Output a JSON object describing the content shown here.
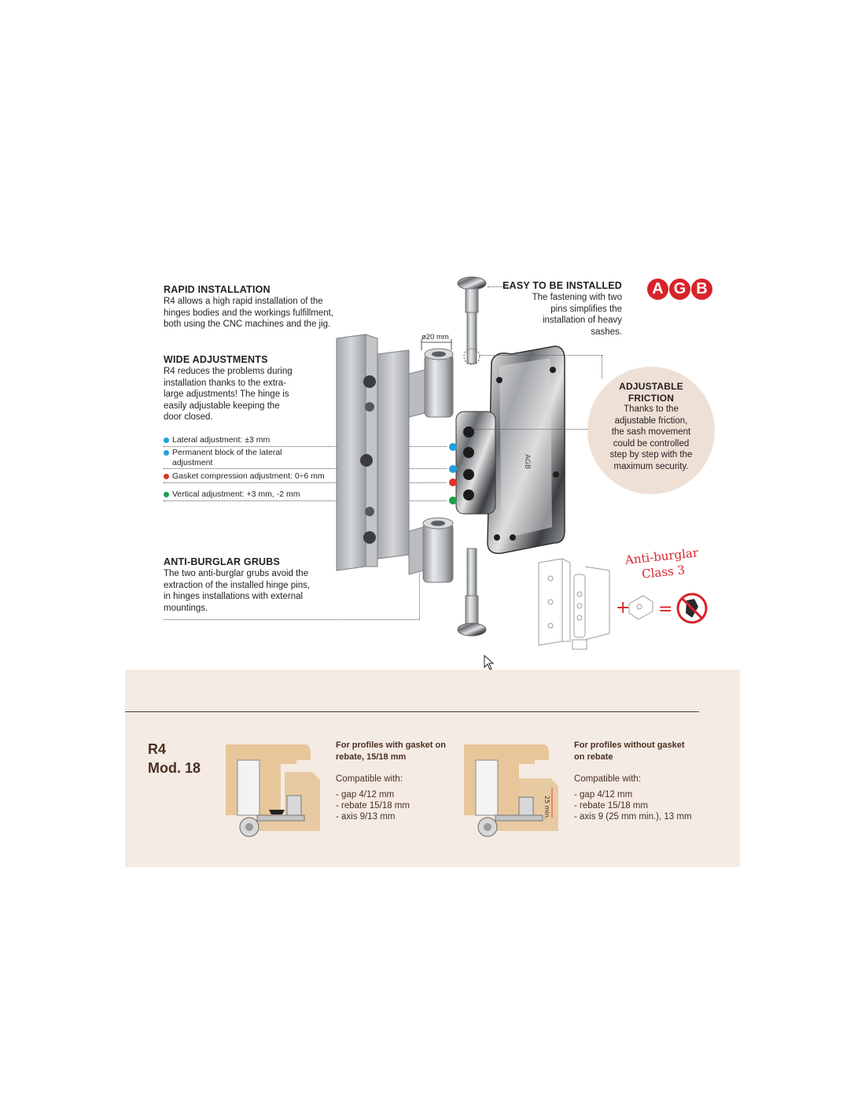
{
  "brand": {
    "logo_letters": [
      "A",
      "G",
      "B"
    ],
    "color": "#d8232a"
  },
  "rapid_installation": {
    "title": "RAPID INSTALLATION",
    "lines": [
      "R4 allows a high rapid installation of the",
      "hinges bodies and the workings fulfillment,",
      "both using the CNC machines and the jig."
    ]
  },
  "wide_adjustments": {
    "title": "WIDE ADJUSTMENTS",
    "lines": [
      "R4 reduces the problems during",
      "installation thanks to the extra-",
      "large adjustments! The hinge is",
      "easily adjustable keeping the",
      "door closed."
    ]
  },
  "adjustment_legend": [
    {
      "label": "Lateral adjustment: ±3 mm",
      "color": "#1ea0dc"
    },
    {
      "label": "Permanent block of the lateral",
      "label2": "adjustment",
      "color": "#1ea0dc"
    },
    {
      "label": "Gasket compression adjustment: 0÷6 mm",
      "color": "#e0312b"
    },
    {
      "label": "Vertical adjustment: +3 mm, -2 mm",
      "color": "#1ea04a"
    }
  ],
  "anti_burglar_grubs": {
    "title": "ANTI-BURGLAR GRUBS",
    "lines": [
      "The two anti-burglar grubs avoid the",
      "extraction of the installed hinge pins,",
      "in hinges installations with external",
      "mountings."
    ]
  },
  "easy_install": {
    "title": "EASY TO BE INSTALLED",
    "lines": [
      "The fastening with two",
      "pins simplifies the",
      "installation of heavy",
      "sashes."
    ]
  },
  "adjustable_friction": {
    "title_line1": "ADJUSTABLE",
    "title_line2": "FRICTION",
    "lines": [
      "Thanks to the",
      "adjustable friction,",
      "the sash movement",
      "could be controlled",
      "step by step with the",
      "maximum security."
    ]
  },
  "dimension_label": "ø20 mm",
  "anti_burglar_class": {
    "line1": "Anti-burglar",
    "line2": "Class 3"
  },
  "bottom": {
    "model_line1": "R4",
    "model_line2": "Mod. 18",
    "profile1": {
      "heading_line1": "For profiles with gasket on",
      "heading_line2": "rebate, 15/18 mm",
      "compat": "Compatible with:",
      "items": [
        "- gap 4/12 mm",
        "- rebate 15/18 mm",
        "- axis 9/13 mm"
      ]
    },
    "profile2": {
      "heading_line1": "For profiles without gasket",
      "heading_line2": "on rebate",
      "compat": "Compatible with:",
      "items": [
        "- gap 4/12 mm",
        "- rebate 15/18 mm",
        "- axis 9 (25 mm min.), 13 mm"
      ],
      "drawing_label": "25 min."
    }
  }
}
